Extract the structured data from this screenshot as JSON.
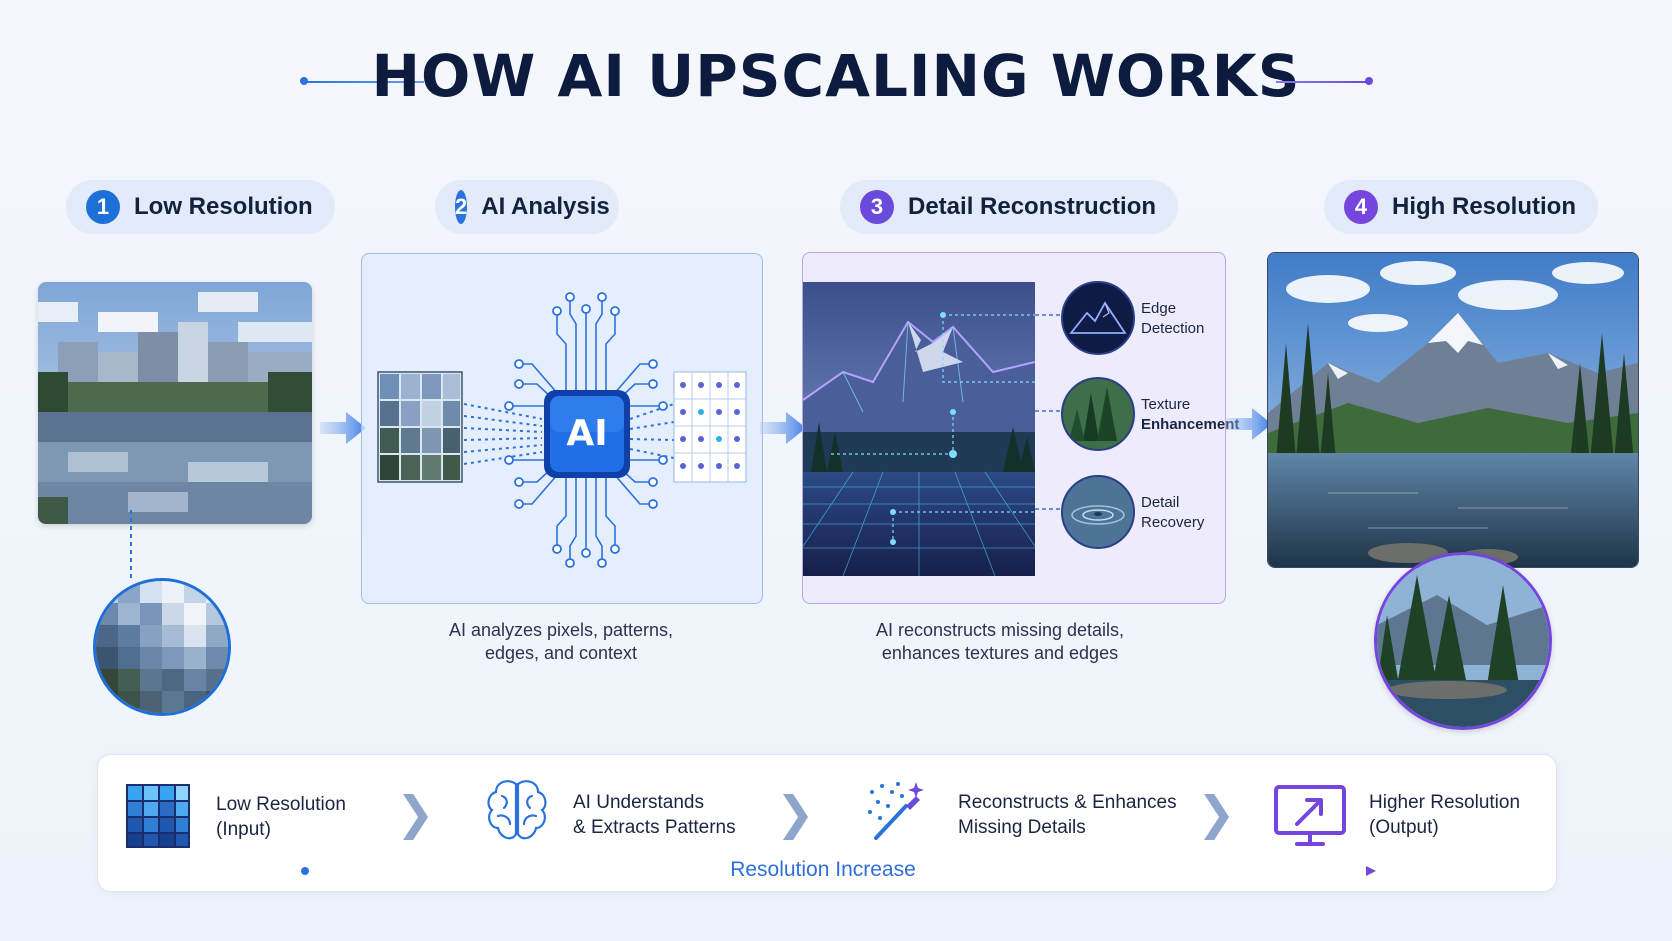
{
  "title": "HOW AI UPSCALING WORKS",
  "steps": [
    {
      "num": "1",
      "label": "Low Resolution",
      "color": "#1f6fd9"
    },
    {
      "num": "2",
      "label": "AI Analysis",
      "color": "#2a73dd"
    },
    {
      "num": "3",
      "label": "Detail Reconstruction",
      "color": "#6a49dd"
    },
    {
      "num": "4",
      "label": "High Resolution",
      "color": "#7446de"
    }
  ],
  "ai_chip_label": "AI",
  "captions": {
    "analysis": [
      "AI analyzes pixels, patterns,",
      "edges, and context"
    ],
    "reconstruction": [
      "AI reconstructs missing details,",
      "enhances textures and edges"
    ]
  },
  "reconstruction_items": [
    {
      "line1": "Edge",
      "line2": "Detection",
      "icon": "mountain-outline-icon"
    },
    {
      "line1": "Texture",
      "line2": "Enhancement",
      "icon": "pine-tree-icon"
    },
    {
      "line1": "Detail",
      "line2": "Recovery",
      "icon": "water-ripple-icon"
    }
  ],
  "bottom_flow": [
    {
      "line1": "Low Resolution",
      "line2": "(Input)",
      "icon": "pixel-grid-icon"
    },
    {
      "line1": "AI Understands",
      "line2": "& Extracts Patterns",
      "icon": "brain-icon"
    },
    {
      "line1": "Reconstructs & Enhances",
      "line2": "Missing Details",
      "icon": "magic-wand-icon"
    },
    {
      "line1": "Higher Resolution",
      "line2": "(Output)",
      "icon": "monitor-arrow-icon"
    }
  ],
  "resolution_label": "Resolution Increase",
  "colors": {
    "blue": "#2a73dd",
    "purple": "#7446de",
    "navy": "#0d1b3e"
  }
}
